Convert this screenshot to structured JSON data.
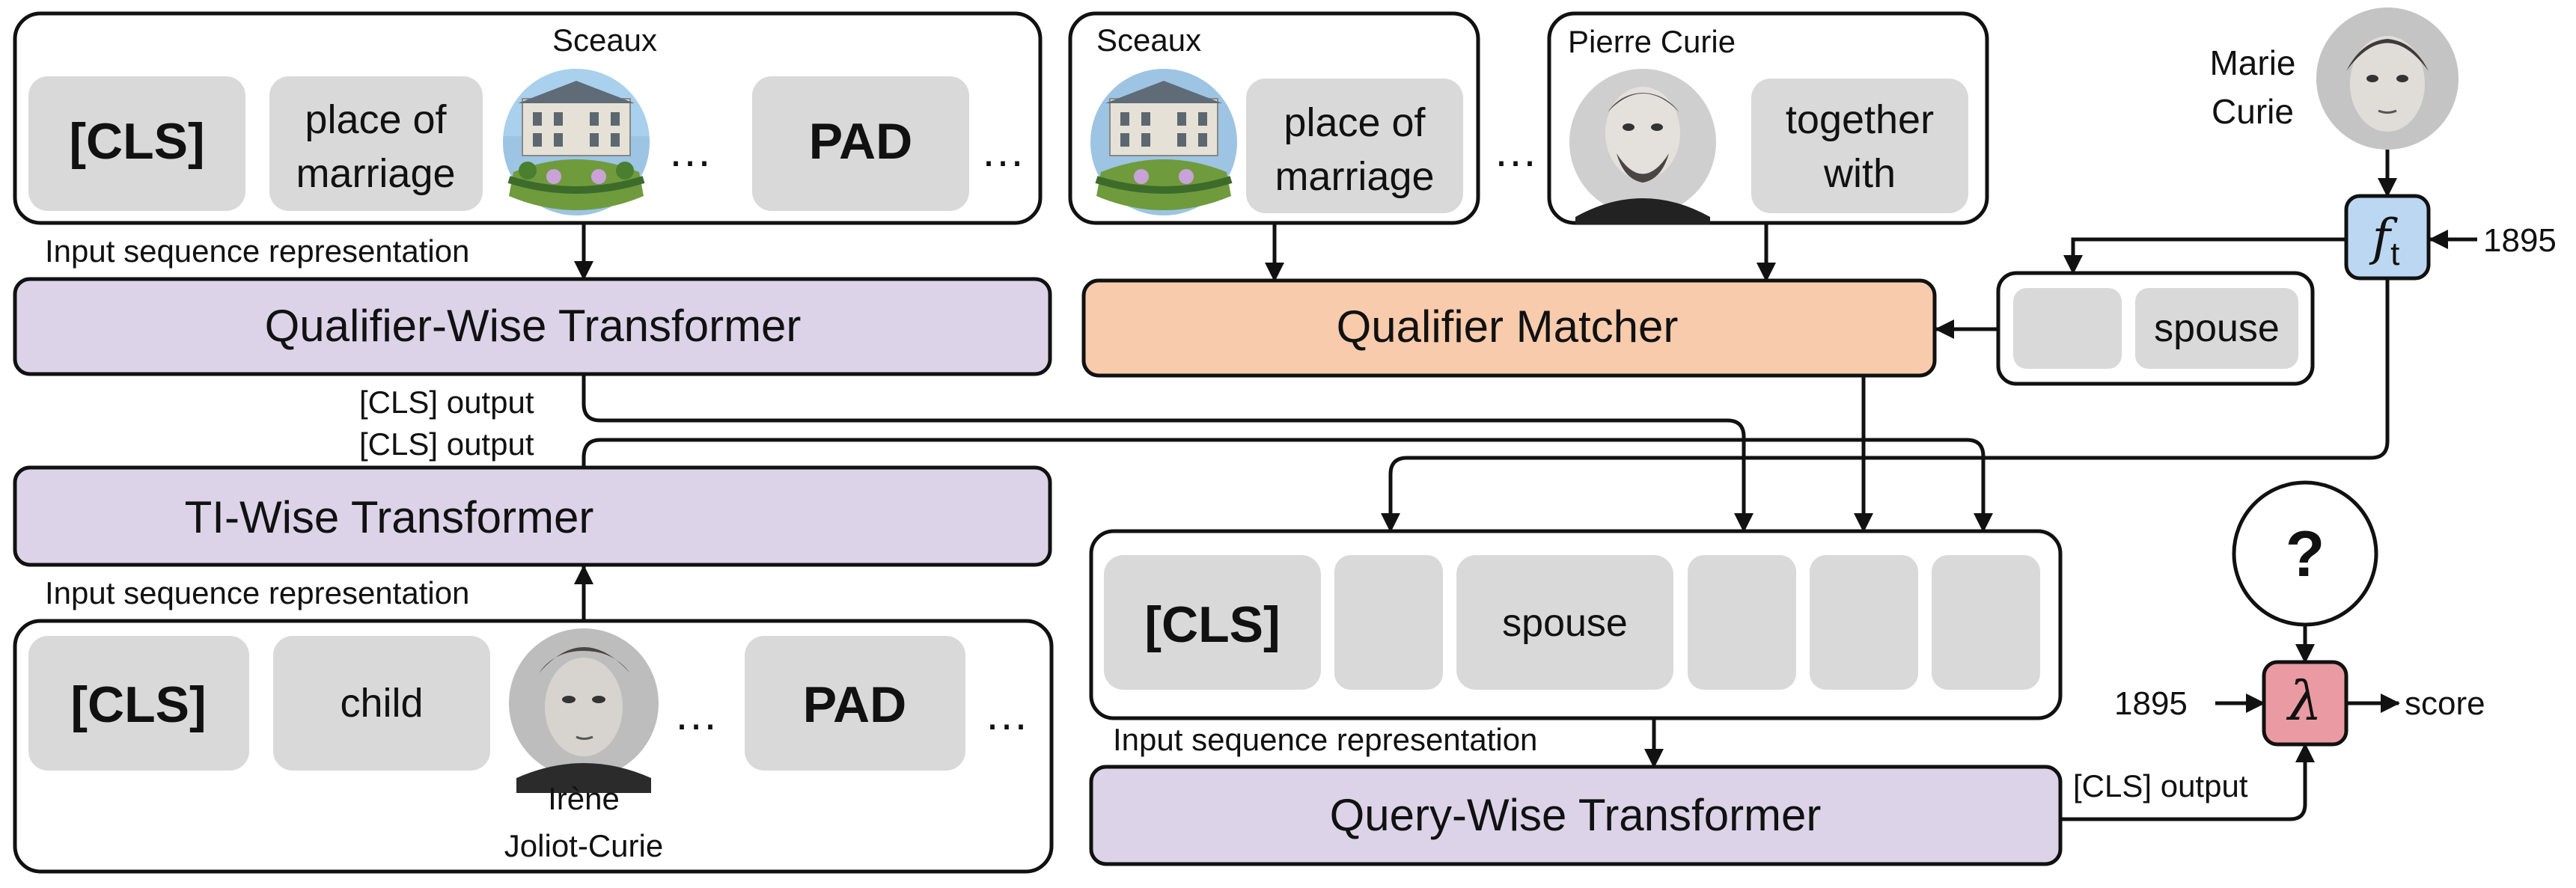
{
  "top_left": {
    "header": "Sceaux",
    "tokens": {
      "cls": "[CLS]",
      "qualifier": "place of marriage",
      "pad": "PAD",
      "ellipsis": "…"
    },
    "caption": "Input sequence representation"
  },
  "top_middle": {
    "group_a_header": "Sceaux",
    "group_a_token": "place of marriage",
    "group_b_header": "Pierre Curie",
    "group_b_token": "together with",
    "ellipsis": "…"
  },
  "transformers": {
    "qualifier_wise": "Qualifier-Wise Transformer",
    "ti_wise": "TI-Wise Transformer",
    "query_wise": "Query-Wise Transformer",
    "matcher": "Qualifier Matcher"
  },
  "labels": {
    "cls_output_1": "[CLS] output",
    "cls_output_2": "[CLS] output",
    "cls_output_3": "[CLS] output",
    "input_seq_ti": "Input sequence representation",
    "input_seq_query": "Input sequence representation"
  },
  "bottom_left": {
    "tokens": {
      "cls": "[CLS]",
      "relation": "child",
      "pad": "PAD",
      "ellipsis": "…"
    },
    "entity_caption_1": "Irène",
    "entity_caption_2": "Joliot-Curie"
  },
  "query": {
    "cls": "[CLS]",
    "relation": "spouse"
  },
  "right": {
    "entity_name_1": "Marie",
    "entity_name_2": "Curie",
    "ft_letter": "f",
    "ft_sub": "t",
    "year_1": "1895",
    "relation": "spouse",
    "unknown": "?",
    "lambda": "λ",
    "year_2": "1895",
    "score": "score"
  },
  "colors": {
    "transformer": "#dcd3e8",
    "matcher": "#f7cbac",
    "token": "#d9d9d9",
    "ft_box": "#bcd7f1",
    "lambda_box": "#ea9aa2"
  },
  "icons": [
    "chateau-photo",
    "pierre-curie-photo",
    "irene-photo",
    "marie-curie-photo",
    "arrow-head"
  ]
}
